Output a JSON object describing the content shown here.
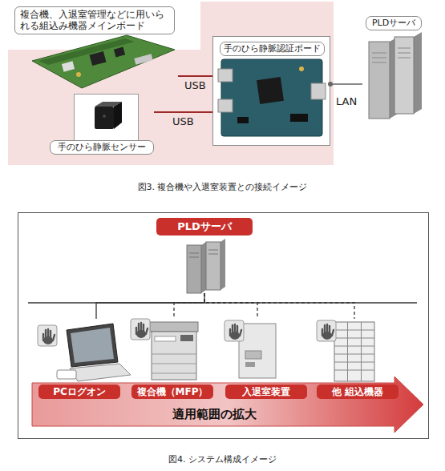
{
  "diagram": {
    "nodes": [
      {
        "text": [
          "複合機、入退室管理などに用いられる組込み機器メインボード"
        ]
      },
      {
        "text": [
          "手のひら静脈センサー"
        ]
      },
      {
        "text": [
          "手のひら静脈認証ボード"
        ]
      },
      {
        "text": [
          "PLDサーバ"
        ]
      },
      {
        "text": [
          "PLDサーバ"
        ]
      },
      {
        "text": [
          "PCログオン"
        ]
      },
      {
        "text": [
          "複合機（MFP）"
        ]
      },
      {
        "text": [
          "入退室装置"
        ]
      },
      {
        "text": [
          "他 組込機器"
        ]
      },
      {
        "text": [
          "適用範囲の拡大"
        ]
      }
    ],
    "edges": [
      {
        "from": 0,
        "to": 2,
        "label": "USB",
        "arrow": "none"
      },
      {
        "from": 1,
        "to": 2,
        "label": "USB",
        "arrow": "none"
      },
      {
        "from": 2,
        "to": 3,
        "label": "LAN",
        "arrow": "none"
      },
      {
        "from": 4,
        "to": 5,
        "arrow": "none"
      },
      {
        "from": 4,
        "to": 6,
        "arrow": "none"
      },
      {
        "from": 4,
        "to": 7,
        "arrow": "none"
      },
      {
        "from": 4,
        "to": 8,
        "arrow": "none"
      }
    ],
    "labels": [
      "図3. 複合機や入退室装置との接続イメージ",
      "図4. システム構成イメージ"
    ]
  }
}
